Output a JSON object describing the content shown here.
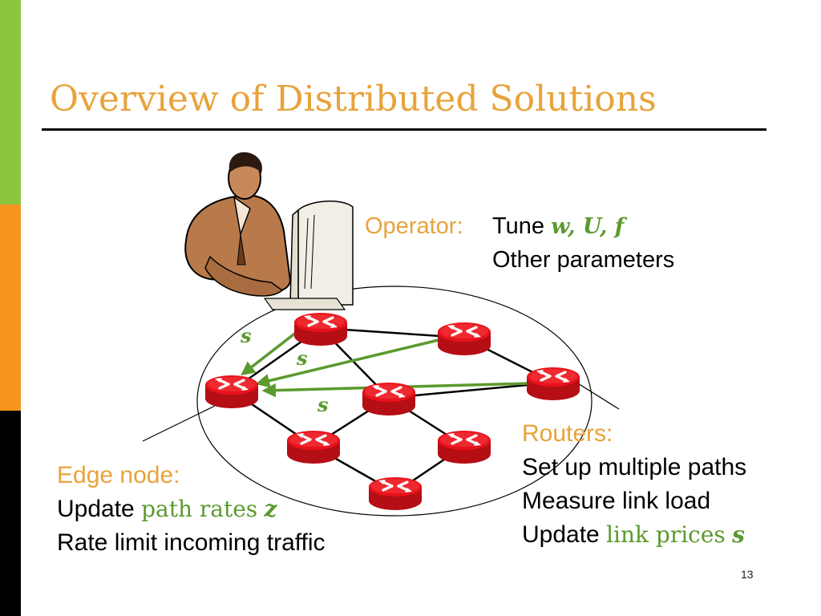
{
  "slide": {
    "title": "Overview of Distributed Solutions",
    "page_number": "13"
  },
  "operator": {
    "label": "Operator:",
    "line1_prefix": "Tune",
    "line1_vars": "w, U, f",
    "line2": "Other parameters"
  },
  "routers_note": {
    "label": "Routers:",
    "line1": "Set up multiple paths",
    "line2": "Measure link load",
    "line3_prefix": "Update",
    "line3_green": "link prices",
    "line3_var": "s"
  },
  "edge_note": {
    "label": "Edge node:",
    "line1_prefix": "Update",
    "line1_green": "path rates",
    "line1_var": "z",
    "line2": "Rate limit incoming traffic"
  },
  "signal_labels": [
    "s",
    "s",
    "s"
  ],
  "colors": {
    "accent_orange": "#E8A33A",
    "accent_green": "#5B9A2E",
    "router_red": "#E8121B",
    "sidebar_green": "#8CC63F",
    "sidebar_orange": "#F7941D",
    "sidebar_black": "#000000"
  },
  "icons": [
    "operator-at-computer-clipart",
    "router-icon"
  ]
}
